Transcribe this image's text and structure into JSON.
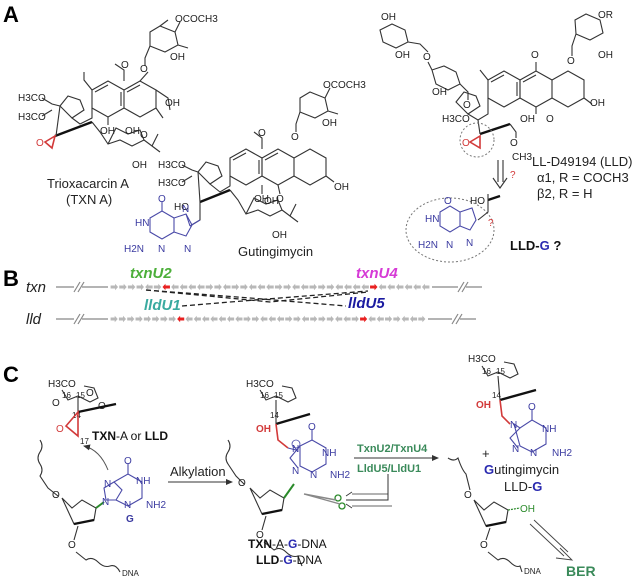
{
  "panels": {
    "a": {
      "label": "A",
      "compounds": [
        {
          "name": "Trioxacarcin A",
          "abbr": "(TXN A)",
          "substituents": [
            "OCOCH3",
            "OH",
            "H3CO",
            "H3CO",
            "OH",
            "OH",
            "OH",
            "OH",
            "O"
          ]
        },
        {
          "name": "Gutingimycin",
          "substituents": [
            "OCOCH3",
            "OH",
            "H3CO",
            "H3CO",
            "HO",
            "OH",
            "OH",
            "OH",
            "OH",
            "O"
          ]
        },
        {
          "name": "LL-D49194 (LLD)",
          "variants": [
            "α1, R = COCH3",
            "β2, R = H"
          ],
          "substituents": [
            "OR",
            "OH",
            "OH",
            "OH",
            "OH",
            "H3CO",
            "OH",
            "O",
            "OH",
            "CH3"
          ]
        }
      ],
      "guanine_atoms": {
        "o": "O",
        "hn": "HN",
        "n": "N",
        "h2n": "H2N"
      },
      "question_mark": "?",
      "product_label_prefix": "LLD-",
      "product_label_g": "G",
      "product_label_suffix": " ?"
    },
    "b": {
      "label": "B",
      "clusters": [
        {
          "name": "txn",
          "highlighted_genes": [
            {
              "name": "txnU2",
              "color": "#4caf3a"
            },
            {
              "name": "txnU4",
              "color": "#d63ad6"
            }
          ]
        },
        {
          "name": "lld",
          "highlighted_genes": [
            {
              "name": "lldU1",
              "color": "#3aaaa0"
            },
            {
              "name": "lldU5",
              "color": "#1a1aa0"
            }
          ]
        }
      ],
      "gene_color": "#b8b8b8",
      "highlight_color": "#e82020",
      "txn_orientations": [
        1,
        1,
        1,
        1,
        -1,
        1,
        -1,
        -1,
        -1,
        -1,
        -1,
        1,
        1,
        -1,
        1,
        1,
        -1,
        -1,
        -1,
        1,
        1,
        -1,
        -1,
        1,
        1,
        1,
        -1,
        -1,
        -1,
        -1,
        1,
        -1,
        -1,
        -1,
        -1,
        -1,
        -1
      ],
      "lld_orientations": [
        1,
        1,
        1,
        1,
        1,
        1,
        1,
        1,
        -1,
        -1,
        -1,
        -1,
        -1,
        -1,
        -1,
        -1,
        1,
        1,
        -1,
        -1,
        -1,
        1,
        1,
        -1,
        1,
        1,
        1,
        -1,
        -1,
        1,
        1,
        -1,
        -1,
        1,
        1,
        -1,
        -1,
        1
      ]
    },
    "c": {
      "label": "C",
      "reactant_label_1": "TXN",
      "reactant_label_2": "-A or ",
      "reactant_label_3": "LLD",
      "arrow_label": "Alkylation",
      "enzymes_top": "TxnU2/TxnU4",
      "enzymes_bottom": "LldU5/LldU1",
      "adduct_1_a": "TXN",
      "adduct_1_b": "-A-",
      "adduct_1_c": "G",
      "adduct_1_d": "-DNA",
      "adduct_2_a": "LLD",
      "adduct_2_b": "-",
      "adduct_2_c": "G",
      "adduct_2_d": "-DNA",
      "plus": "+",
      "product_g": "G",
      "product_rest": "utingimycin",
      "product_2_a": "LLD-",
      "product_2_b": "G",
      "dna": "DNA",
      "base_g": "G",
      "ber": "BER",
      "atoms": {
        "h3co": "H3CO",
        "o": "O",
        "oh": "OH",
        "nh": "NH",
        "nh2": "NH2",
        "n": "N",
        "c14": "14",
        "c15": "15",
        "c16": "16",
        "c17": "17"
      }
    }
  }
}
